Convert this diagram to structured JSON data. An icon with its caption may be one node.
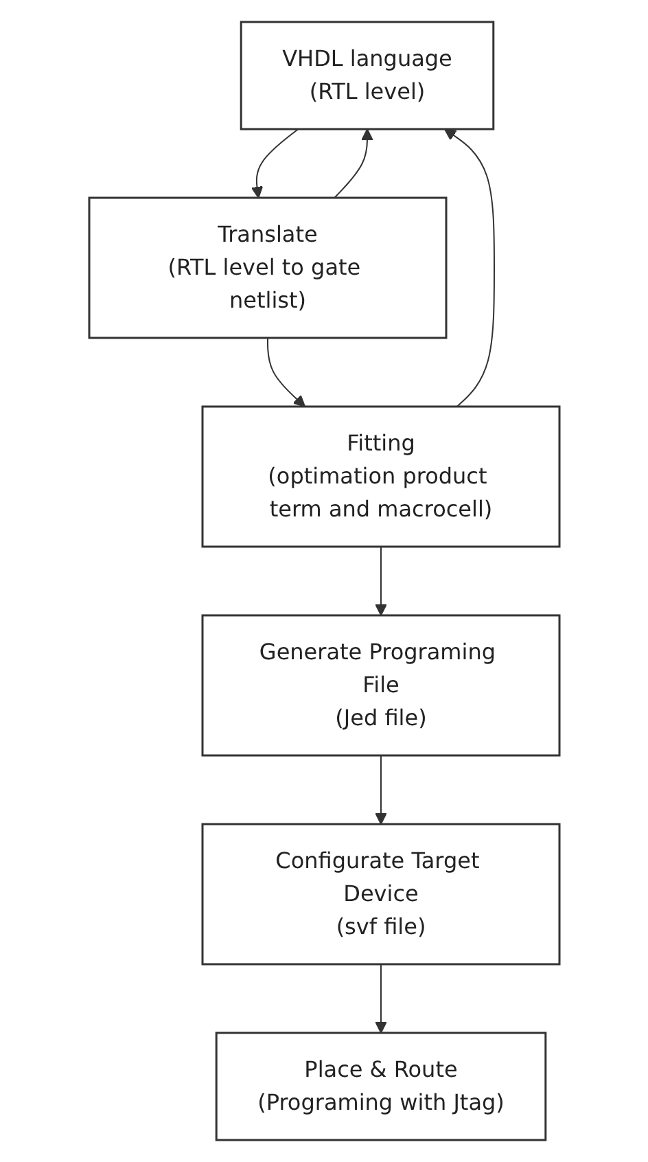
{
  "diagram": {
    "nodes": [
      {
        "text": [
          "VHDL language",
          "(RTL level)"
        ]
      },
      {
        "text": [
          "Translate",
          "(RTL level to gate netlist)"
        ]
      },
      {
        "text": [
          "Fitting",
          "(optimation product term and macrocell)"
        ]
      },
      {
        "text": [
          "Generate Programing File",
          "(Jed file)"
        ]
      },
      {
        "text": [
          "Configurate Target Device",
          "(svf file)"
        ]
      },
      {
        "text": [
          "Place & Route",
          "(Programing with Jtag)"
        ]
      }
    ],
    "edges": [
      {
        "from": 0,
        "to": 1,
        "arrow": "to"
      },
      {
        "from": 1,
        "to": 0,
        "arrow": "to"
      },
      {
        "from": 1,
        "to": 2,
        "arrow": "to"
      },
      {
        "from": 2,
        "to": 0,
        "arrow": "to"
      },
      {
        "from": 2,
        "to": 3,
        "arrow": "to"
      },
      {
        "from": 3,
        "to": 4,
        "arrow": "to"
      },
      {
        "from": 4,
        "to": 5,
        "arrow": "to"
      }
    ]
  }
}
